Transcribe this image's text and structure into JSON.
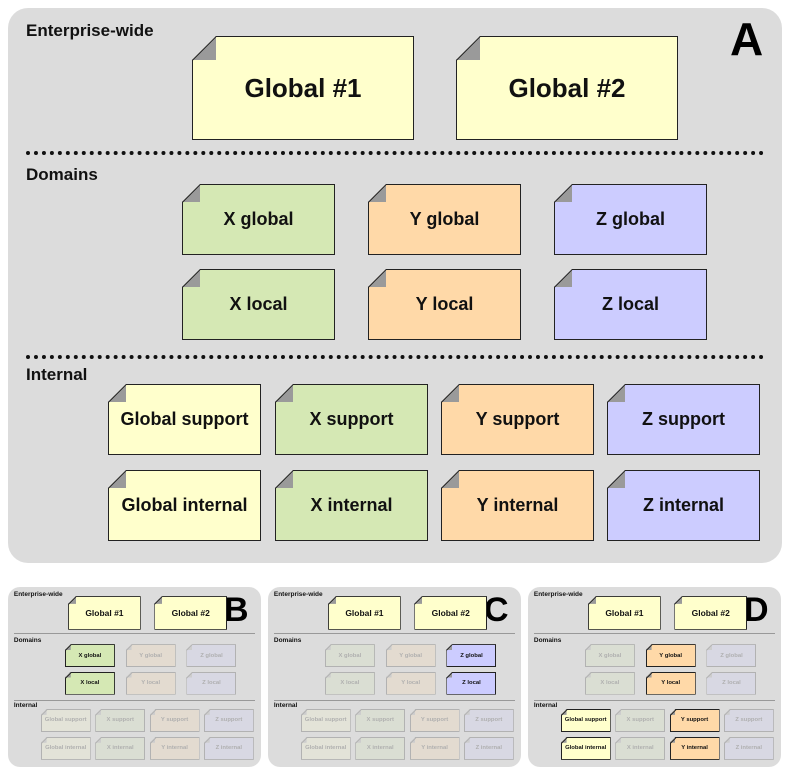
{
  "panels": {
    "A": {
      "letter": "A",
      "sections": {
        "enterprise": "Enterprise-wide",
        "domains": "Domains",
        "internal": "Internal"
      }
    },
    "B": {
      "letter": "B"
    },
    "C": {
      "letter": "C"
    },
    "D": {
      "letter": "D"
    }
  },
  "boxes": {
    "global1": "Global #1",
    "global2": "Global #2",
    "x_global": "X global",
    "y_global": "Y global",
    "z_global": "Z global",
    "x_local": "X local",
    "y_local": "Y local",
    "z_local": "Z local",
    "global_support": "Global support",
    "x_support": "X support",
    "y_support": "Y support",
    "z_support": "Z support",
    "global_internal": "Global internal",
    "x_internal": "X internal",
    "y_internal": "Y internal",
    "z_internal": "Z internal"
  },
  "colors": {
    "panel_bg": "#dcdcdc",
    "yellow": "#ffffcc",
    "green": "#d5e8b4",
    "orange": "#ffd9a8",
    "blue": "#ccccff",
    "fold": "#9a9a9a"
  },
  "highlights": {
    "A": [
      "global1",
      "global2",
      "x_global",
      "y_global",
      "z_global",
      "x_local",
      "y_local",
      "z_local",
      "global_support",
      "x_support",
      "y_support",
      "z_support",
      "global_internal",
      "x_internal",
      "y_internal",
      "z_internal"
    ],
    "B": [
      "global1",
      "global2",
      "x_global",
      "x_local"
    ],
    "C": [
      "global1",
      "global2",
      "z_global",
      "z_local"
    ],
    "D": [
      "global1",
      "global2",
      "y_global",
      "y_local",
      "global_support",
      "y_support",
      "global_internal",
      "y_internal"
    ]
  }
}
